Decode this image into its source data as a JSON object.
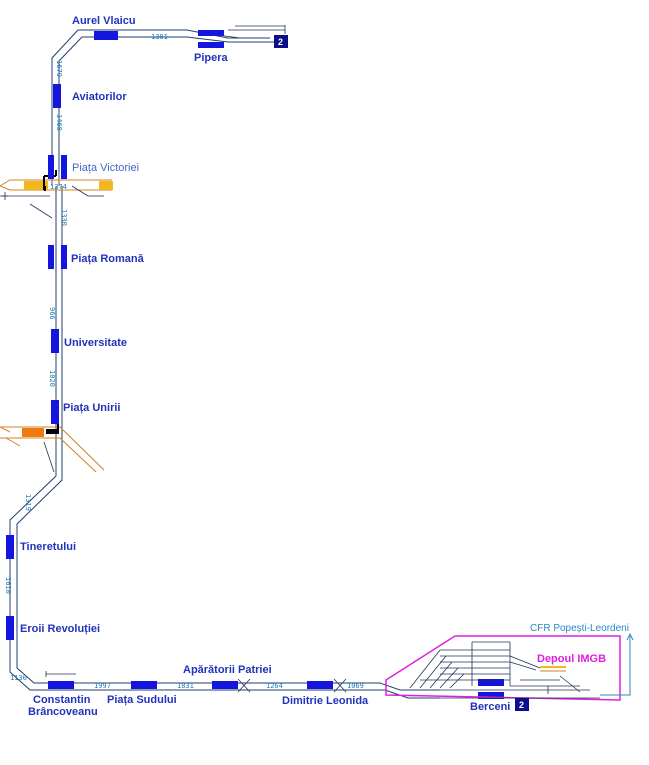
{
  "line_number": "2",
  "stations": {
    "pipera": "Pipera",
    "aurel_vlaicu": "Aurel Vlaicu",
    "aviatorilor": "Aviatorilor",
    "piata_victoriei": "Piața Victoriei",
    "piata_romana": "Piața Romană",
    "universitate": "Universitate",
    "piata_unirii": "Piața Unirii",
    "tineretului": "Tineretului",
    "eroii_revolutiei": "Eroii Revoluției",
    "constantin_brancoveanu_1": "Constantin",
    "constantin_brancoveanu_2": "Brâncoveanu",
    "piata_sudului": "Piața Sudului",
    "aparatorii_patriei": "Apărătorii Patriei",
    "dimitrie_leonida": "Dimitrie Leonida",
    "berceni": "Berceni"
  },
  "depot": "Depoul IMGB",
  "cfr_link": "CFR Popești-Leordeni",
  "distances": {
    "pipera_aurel": "1381",
    "aurel_aviatorilor": "1679",
    "aviatorilor_victoriei": "1468",
    "victoriei_interstation": "1374",
    "victoriei_romana": "1330",
    "romana_universitate": "966",
    "universitate_unirii": "1020",
    "unirii_tineretului": "1319",
    "tineretului_eroii": "1610",
    "eroii_brancoveanu": "1130",
    "brancoveanu_sudului": "1997",
    "sudului_aparatorii": "1831",
    "aparatorii_leonida": "1264",
    "leonida_berceni": "1069"
  },
  "colors": {
    "track": "#1f3f6f",
    "platform": "#1515e0",
    "station_text": "#2233bb",
    "interchange_yellow": "#f2b81e",
    "interchange_orange": "#f07c10",
    "depot_outline": "#e020e0",
    "cfr": "#2a8ac0"
  }
}
